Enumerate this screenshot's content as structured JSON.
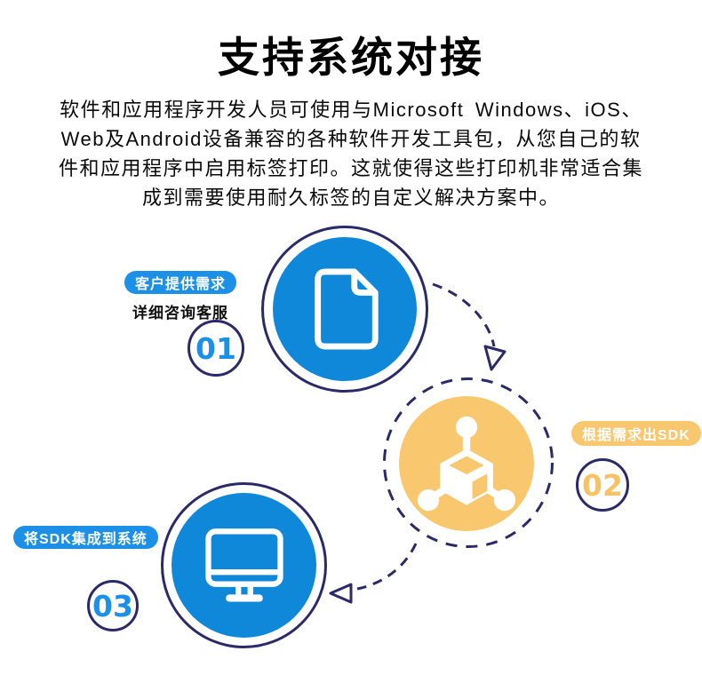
{
  "header": {
    "title": "支持系统对接"
  },
  "intro": {
    "lines": [
      "软件和应用程序开发人员可使用与Microsoft Windows、iOS、",
      "Web及Android设备兼容的各种软件开发工具包，从您自己的软",
      "件和应用程序中启用标签打印。这就使得这些打印机非常适合集",
      "成到需要使用耐久标签的自定义解决方案中。"
    ]
  },
  "steps": [
    {
      "number": "01",
      "badge": "客户提供需求",
      "sub_label": "详细咨询客服",
      "icon": "document-icon",
      "accent": "blue"
    },
    {
      "number": "02",
      "badge": "根据需求出SDK",
      "icon": "cube-node-icon",
      "accent": "yellow"
    },
    {
      "number": "03",
      "badge": "将SDK集成到系统",
      "icon": "monitor-icon",
      "accent": "blue"
    }
  ],
  "colors": {
    "navy_outline": "#2b2a68",
    "circle_blue": "#0f88d9",
    "badge_blue": "#1b90e6",
    "yellow": "#f9c76d",
    "number_yellow": "#f6c266",
    "text_black": "#0a0a0a"
  }
}
